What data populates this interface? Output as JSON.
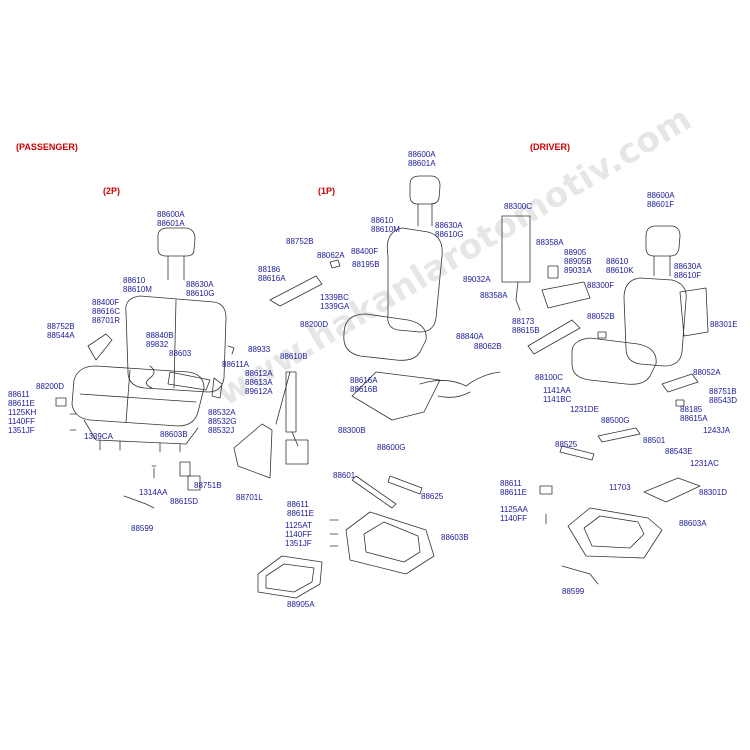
{
  "colors": {
    "title": "#cc0000",
    "label": "#1a1a9a",
    "line": "#333333",
    "watermark": "#6a6a6a"
  },
  "sections": {
    "passenger": "(PASSENGER)",
    "driver": "(DRIVER)",
    "p2": "(2P)",
    "p1": "(1P)"
  },
  "watermark": "www.hakanlarotomotiv.com",
  "labels": {
    "p2_headrest": "88600A\n88601A",
    "p2_headrest_guide": "88610\n88610M",
    "p2_headrest_guide_r": "88630A\n88610G",
    "p2_back_frame": "88400F\n88616C\n88701R",
    "p2_cover_l": "88752B\n88544A",
    "p2_latch": "88840B\n89832",
    "p2_spring": "88603",
    "p2_clip": "88933",
    "p2_cushion": "88200D",
    "p2_bolts_l": "88611\n88611E\n1125KH\n1140FF\n1351JF",
    "p2_bracket_l": "1339CA",
    "p2_bracket_r": "88603B",
    "p2_bolt": "1314AA",
    "p2_bottom": "88615D",
    "p2_wire": "88599",
    "p2_hinge": "88611A",
    "p2_hinge_set": "88612A\n88613A\n89612A",
    "p2_hinge_b": "88532A\n88532G\n88532J",
    "p2_cover_b": "88751B",
    "p2_belt_buckle": "88701L",
    "p1_belt": "88610B",
    "p1_cover": "88752B",
    "p1_cover_set": "88186\n88616A",
    "p1_cap": "88062A",
    "p1_screw": "88195B",
    "p1_clips": "1339BC\n1339GA",
    "p1_headrest": "88600A\n88601A",
    "p1_headrest_guide": "88610\n88610M",
    "p1_headrest_guide_r": "88630A\n88610G",
    "p1_back": "88400F",
    "p1_cushion": "88200D",
    "p1_buckle": "89032A",
    "p1_buckle_b": "88358A",
    "p1_latch": "88840A",
    "p1_cap_b": "88062B",
    "p1_track": "88616A\n88616B",
    "p1_pad": "88300B",
    "p1_rail": "88600G",
    "p1_rail_l": "88601",
    "p1_rail_r": "88625",
    "p1_bolts": "88611\n88611E",
    "p1_bolts_b": "1125AT\n1140FF\n1351JF",
    "p1_bracket": "88603B",
    "p1_tray": "88905A",
    "d_back_pad": "88300C",
    "d_buckle": "88358A",
    "d_buckle_set": "88905\n88905B\n89031A",
    "d_headrest": "88600A\n88601F",
    "d_headrest_guide": "88610\n88610K",
    "d_headrest_guide_r": "88630A\n88610F",
    "d_back": "88300F",
    "d_cover": "88052B",
    "d_cover_set": "88173\n88615B",
    "d_back_board": "88301E",
    "d_cushion": "88100C",
    "d_cap": "88052A",
    "d_screws": "1141AA\n1141BC",
    "d_cover_r": "88751B\n88543D",
    "d_bolt": "1231DE",
    "d_knob": "88185\n88615A",
    "d_bolt_b": "1243JA",
    "d_rail": "88500G",
    "d_rail_l": "88525",
    "d_rail_r": "88501",
    "d_cover_c": "88543E",
    "d_bolt_c": "1231AC",
    "d_bolts": "88611\n88611E",
    "d_nut": "11703",
    "d_bottom_board": "88301D",
    "d_bolts_b": "1125AA\n1140FF",
    "d_bracket": "88603A",
    "d_wire": "88599"
  }
}
